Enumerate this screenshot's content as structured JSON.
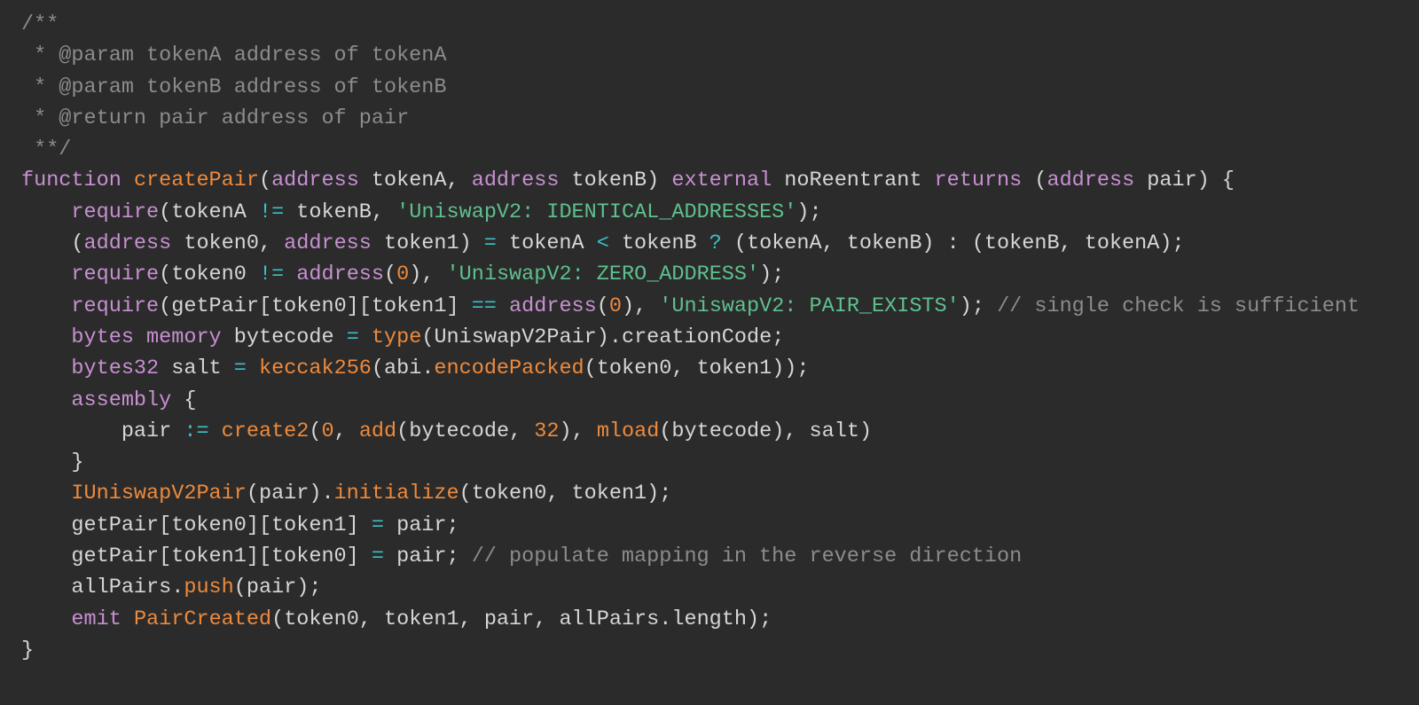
{
  "editor": {
    "background": "#2b2b2b",
    "colors": {
      "text": "#d6d6d6",
      "keyword": "#c890d2",
      "function": "#ee8a3c",
      "operator": "#3cc0c6",
      "string": "#5fc08e",
      "number": "#ee8a3c",
      "comment": "#8c8c8c"
    },
    "lines": [
      [
        [
          "com",
          "/**"
        ]
      ],
      [
        [
          "com",
          " * @param tokenA address of tokenA"
        ]
      ],
      [
        [
          "com",
          " * @param tokenB address of tokenB"
        ]
      ],
      [
        [
          "com",
          " * @return pair address of pair"
        ]
      ],
      [
        [
          "com",
          " **/"
        ]
      ],
      [
        [
          "kw",
          "function"
        ],
        [
          "text",
          " "
        ],
        [
          "fn",
          "createPair"
        ],
        [
          "text",
          "("
        ],
        [
          "kw",
          "address"
        ],
        [
          "text",
          " tokenA, "
        ],
        [
          "kw",
          "address"
        ],
        [
          "text",
          " tokenB) "
        ],
        [
          "kw",
          "external"
        ],
        [
          "text",
          " noReentrant "
        ],
        [
          "kw",
          "returns"
        ],
        [
          "text",
          " ("
        ],
        [
          "kw",
          "address"
        ],
        [
          "text",
          " pair) {"
        ]
      ],
      [
        [
          "text",
          "    "
        ],
        [
          "kw",
          "require"
        ],
        [
          "text",
          "(tokenA "
        ],
        [
          "op",
          "!="
        ],
        [
          "text",
          " tokenB, "
        ],
        [
          "str",
          "'UniswapV2: IDENTICAL_ADDRESSES'"
        ],
        [
          "text",
          ");"
        ]
      ],
      [
        [
          "text",
          "    ("
        ],
        [
          "kw",
          "address"
        ],
        [
          "text",
          " token0, "
        ],
        [
          "kw",
          "address"
        ],
        [
          "text",
          " token1) "
        ],
        [
          "op",
          "="
        ],
        [
          "text",
          " tokenA "
        ],
        [
          "op",
          "<"
        ],
        [
          "text",
          " tokenB "
        ],
        [
          "op",
          "?"
        ],
        [
          "text",
          " (tokenA, tokenB) : (tokenB, tokenA);"
        ]
      ],
      [
        [
          "text",
          "    "
        ],
        [
          "kw",
          "require"
        ],
        [
          "text",
          "(token0 "
        ],
        [
          "op",
          "!="
        ],
        [
          "text",
          " "
        ],
        [
          "kw",
          "address"
        ],
        [
          "text",
          "("
        ],
        [
          "num",
          "0"
        ],
        [
          "text",
          "), "
        ],
        [
          "str",
          "'UniswapV2: ZERO_ADDRESS'"
        ],
        [
          "text",
          ");"
        ]
      ],
      [
        [
          "text",
          "    "
        ],
        [
          "kw",
          "require"
        ],
        [
          "text",
          "(getPair[token0][token1] "
        ],
        [
          "op",
          "=="
        ],
        [
          "text",
          " "
        ],
        [
          "kw",
          "address"
        ],
        [
          "text",
          "("
        ],
        [
          "num",
          "0"
        ],
        [
          "text",
          "), "
        ],
        [
          "str",
          "'UniswapV2: PAIR_EXISTS'"
        ],
        [
          "text",
          "); "
        ],
        [
          "com",
          "// single check is sufficient"
        ]
      ],
      [
        [
          "text",
          "    "
        ],
        [
          "kw",
          "bytes"
        ],
        [
          "text",
          " "
        ],
        [
          "kw",
          "memory"
        ],
        [
          "text",
          " bytecode "
        ],
        [
          "op",
          "="
        ],
        [
          "text",
          " "
        ],
        [
          "fn",
          "type"
        ],
        [
          "text",
          "(UniswapV2Pair).creationCode;"
        ]
      ],
      [
        [
          "text",
          "    "
        ],
        [
          "kw",
          "bytes32"
        ],
        [
          "text",
          " salt "
        ],
        [
          "op",
          "="
        ],
        [
          "text",
          " "
        ],
        [
          "fn",
          "keccak256"
        ],
        [
          "text",
          "(abi."
        ],
        [
          "fn",
          "encodePacked"
        ],
        [
          "text",
          "(token0, token1));"
        ]
      ],
      [
        [
          "text",
          "    "
        ],
        [
          "kw",
          "assembly"
        ],
        [
          "text",
          " {"
        ]
      ],
      [
        [
          "text",
          "        pair "
        ],
        [
          "op",
          ":="
        ],
        [
          "text",
          " "
        ],
        [
          "fn",
          "create2"
        ],
        [
          "text",
          "("
        ],
        [
          "num",
          "0"
        ],
        [
          "text",
          ", "
        ],
        [
          "fn",
          "add"
        ],
        [
          "text",
          "(bytecode, "
        ],
        [
          "num",
          "32"
        ],
        [
          "text",
          "), "
        ],
        [
          "fn",
          "mload"
        ],
        [
          "text",
          "(bytecode), salt)"
        ]
      ],
      [
        [
          "text",
          "    }"
        ]
      ],
      [
        [
          "text",
          "    "
        ],
        [
          "fn",
          "IUniswapV2Pair"
        ],
        [
          "text",
          "(pair)."
        ],
        [
          "fn",
          "initialize"
        ],
        [
          "text",
          "(token0, token1);"
        ]
      ],
      [
        [
          "text",
          "    getPair[token0][token1] "
        ],
        [
          "op",
          "="
        ],
        [
          "text",
          " pair;"
        ]
      ],
      [
        [
          "text",
          "    getPair[token1][token0] "
        ],
        [
          "op",
          "="
        ],
        [
          "text",
          " pair; "
        ],
        [
          "com",
          "// populate mapping in the reverse direction"
        ]
      ],
      [
        [
          "text",
          "    allPairs."
        ],
        [
          "fn",
          "push"
        ],
        [
          "text",
          "(pair);"
        ]
      ],
      [
        [
          "text",
          "    "
        ],
        [
          "kw",
          "emit"
        ],
        [
          "text",
          " "
        ],
        [
          "fn",
          "PairCreated"
        ],
        [
          "text",
          "(token0, token1, pair, allPairs.length);"
        ]
      ],
      [
        [
          "text",
          "}"
        ]
      ]
    ]
  }
}
